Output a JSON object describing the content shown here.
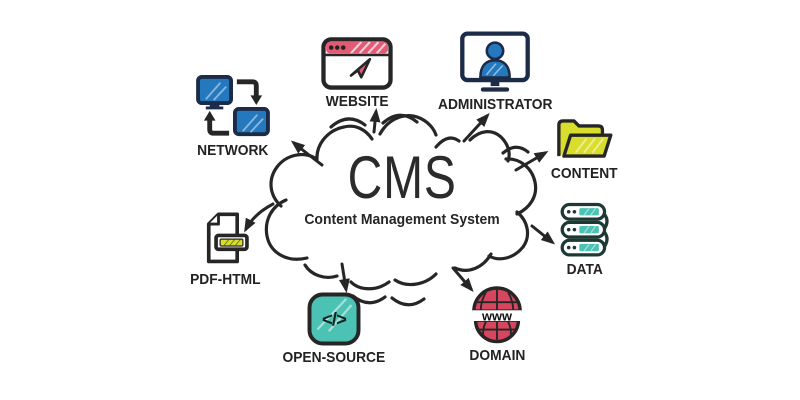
{
  "figure": {
    "title": "CMS",
    "subtitle": "Content Management System"
  },
  "nodes": [
    {
      "id": "network",
      "label": "NETWORK",
      "icon": "linked-monitors-icon"
    },
    {
      "id": "website",
      "label": "WEBSITE",
      "icon": "browser-window-icon"
    },
    {
      "id": "administrator",
      "label": "ADMINISTRATOR",
      "icon": "monitor-user-icon"
    },
    {
      "id": "content",
      "label": "CONTENT",
      "icon": "open-folder-icon"
    },
    {
      "id": "data",
      "label": "DATA",
      "icon": "server-stack-icon"
    },
    {
      "id": "domain",
      "label": "DOMAIN",
      "icon": "www-globe-icon"
    },
    {
      "id": "open_source",
      "label": "OPEN-SOURCE",
      "icon": "code-brackets-icon"
    },
    {
      "id": "pdf_html",
      "label": "PDF-HTML",
      "icon": "document-badge-icon"
    }
  ],
  "icon_texts": {
    "globe": "www",
    "code": "</>"
  },
  "colors": {
    "ink": "#262626",
    "navy": "#1c2b47",
    "blue": "#2478be",
    "red": "#e25a73",
    "crimson": "#d6475f",
    "yellow": "#d9de2d",
    "teal": "#4cc2b4",
    "dteal": "#1d3934",
    "paper": "#ffffff"
  }
}
